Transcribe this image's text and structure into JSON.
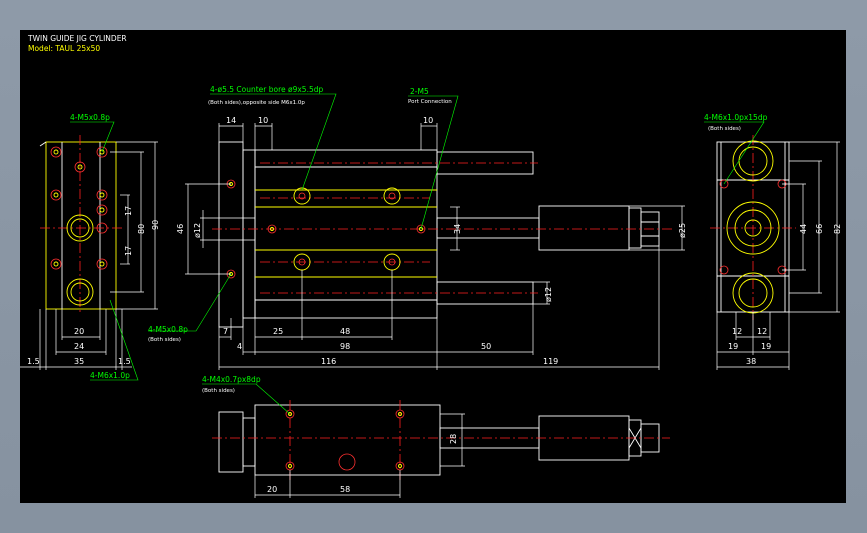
{
  "title": "TWIN GUIDE JIG CYLINDER",
  "model": "Model: TAUL 25x50",
  "callouts": {
    "c1": "4-M5x0.8p",
    "c2": "4-ø5.5 Counter bore ø9x5.5dp",
    "c3": "(Both sides),opposite side M6x1.0p",
    "c4": "2-M5",
    "c5": "Port Connection",
    "c6": "4-M6x1.0px15dp",
    "c7": "(Both sides)",
    "c8": "4-M5x0.8p",
    "c9": "(Both sides)",
    "c10": "4-M6x1.0p",
    "c11": "4-M4x0.7px8dp",
    "c12": "(Both sides)"
  },
  "dims": {
    "left_20": "20",
    "left_24": "24",
    "left_35": "35",
    "left_15a": "1.5",
    "left_15b": "1.5",
    "left_17a": "17",
    "left_17b": "17",
    "left_80": "80",
    "left_90": "90",
    "f_14": "14",
    "f_10a": "10",
    "f_10b": "10",
    "f_46": "46",
    "f_d12": "ø12",
    "f_7": "7",
    "f_4": "4",
    "f_25": "25",
    "f_48": "48",
    "f_98": "98",
    "f_50": "50",
    "f_116": "116",
    "f_119": "119",
    "f_34": "34",
    "f_d25": "ø25",
    "f_d12b": "ø12",
    "r_12a": "12",
    "r_12b": "12",
    "r_19a": "19",
    "r_19b": "19",
    "r_38": "38",
    "r_44": "44",
    "r_66": "66",
    "r_82": "82",
    "b_20": "20",
    "b_58": "58",
    "b_28": "28"
  },
  "colors": {
    "background": "#000000",
    "outline": "#ffffff",
    "highlight": "#ffff00",
    "leader": "#00ff00",
    "centerline": "#ff2020"
  }
}
